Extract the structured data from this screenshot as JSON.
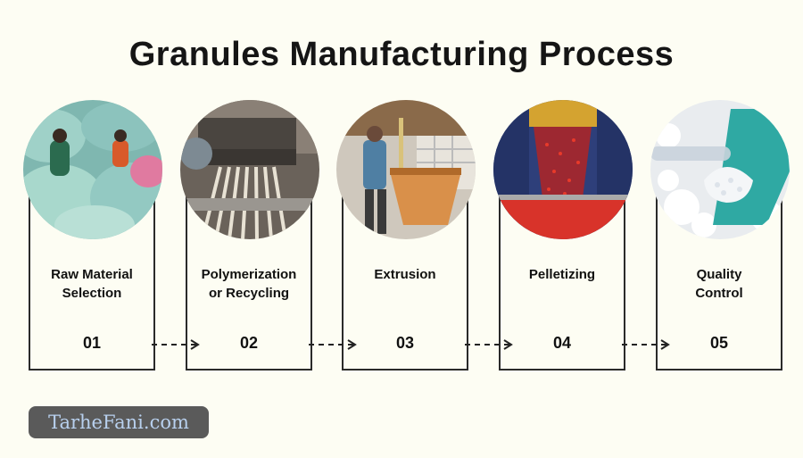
{
  "title": "Granules Manufacturing Process",
  "steps": [
    {
      "label": "Raw Material\nSelection",
      "number": "01",
      "image": "sorting-plastic-waste"
    },
    {
      "label": "Polymerization\nor Recycling",
      "number": "02",
      "image": "extruder-strands"
    },
    {
      "label": "Extrusion",
      "number": "03",
      "image": "worker-at-hopper"
    },
    {
      "label": "Pelletizing",
      "number": "04",
      "image": "red-pellets-falling"
    },
    {
      "label": "Quality\nControl",
      "number": "05",
      "image": "gloved-hand-pellets"
    }
  ],
  "watermark": "TarheFani.com",
  "colors": {
    "background": "#fdfdf3",
    "border": "#2a2a2a",
    "watermark_bg": "#5a5a5a",
    "watermark_text": "#b8d0ee"
  }
}
